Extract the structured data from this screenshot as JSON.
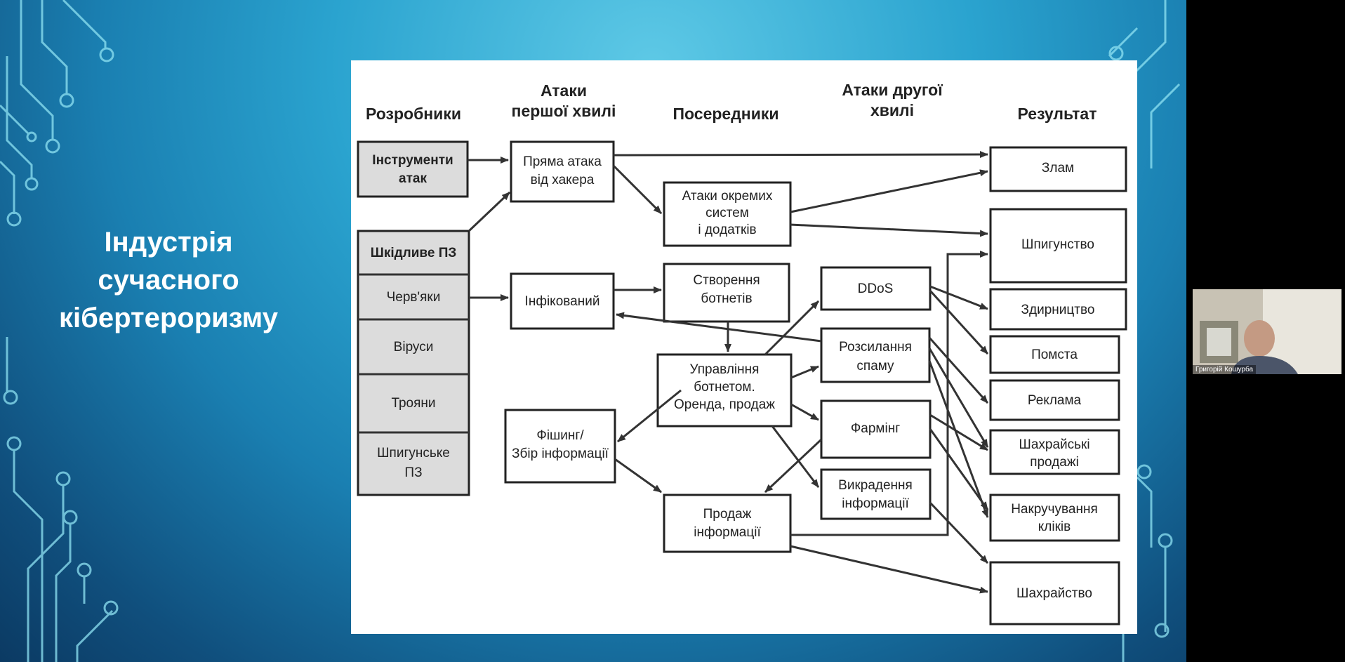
{
  "slide": {
    "title_lines": [
      "Індустрія",
      "сучасного",
      "кібертероризму"
    ]
  },
  "diagram": {
    "headers": {
      "developers": "Розробники",
      "first_wave_1": "Атаки",
      "first_wave_2": "першої хвилі",
      "intermediaries": "Посередники",
      "second_wave_1": "Атаки другої",
      "second_wave_2": "хвилі",
      "result": "Результат"
    },
    "developers": {
      "tools_1": "Інструменти",
      "tools_2": "атак",
      "malware": "Шкідливе ПЗ",
      "worms": "Черв'яки",
      "viruses": "Віруси",
      "trojans": "Трояни",
      "spyware_1": "Шпигунське",
      "spyware_2": "ПЗ"
    },
    "first_wave": {
      "direct_1": "Пряма атака",
      "direct_2": "від хакера",
      "infected": "Інфікований",
      "phishing_1": "Фішинг/",
      "phishing_2": "Збір інформації"
    },
    "intermediaries": {
      "sys_1": "Атаки окремих",
      "sys_2": "систем",
      "sys_3": "і додатків",
      "botnet_1": "Створення",
      "botnet_2": "ботнетів",
      "mgmt_1": "Управління",
      "mgmt_2": "ботнетом.",
      "mgmt_3": "Оренда, продаж",
      "sale_1": "Продаж",
      "sale_2": "інформації"
    },
    "second_wave": {
      "ddos": "DDoS",
      "spam_1": "Розсилання",
      "spam_2": "спаму",
      "pharming": "Фармінг",
      "theft_1": "Викрадення",
      "theft_2": "інформації"
    },
    "results": {
      "hack": "Злам",
      "spying": "Шпигунство",
      "extortion": "Здирництво",
      "revenge": "Помста",
      "ads": "Реклама",
      "fraud_sales_1": "Шахрайські",
      "fraud_sales_2": "продажі",
      "clicks_1": "Накручування",
      "clicks_2": "кліків",
      "fraud": "Шахрайство"
    }
  },
  "video": {
    "participant_name": "Григорій Кошурба"
  }
}
